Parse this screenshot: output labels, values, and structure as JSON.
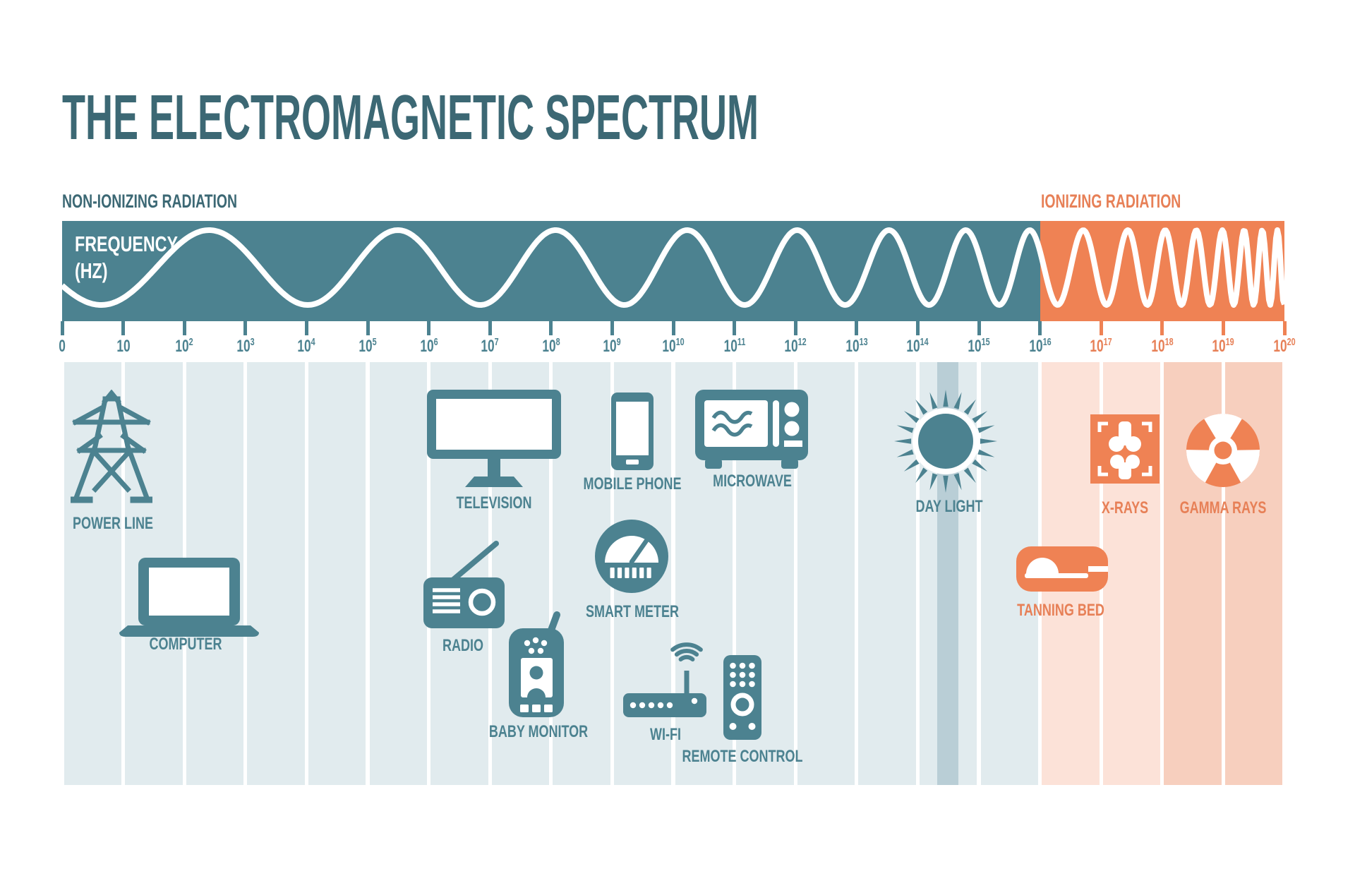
{
  "title": "THE ELECTROMAGNETIC SPECTRUM",
  "header": {
    "non_ionizing": "NON-IONIZING RADIATION",
    "ionizing": "IONIZING RADIATION"
  },
  "band": {
    "frequency_line1": "FREQUENCY",
    "frequency_line2": "(HZ)"
  },
  "axis": {
    "ticks": [
      {
        "base": "0",
        "exp": ""
      },
      {
        "base": "10",
        "exp": ""
      },
      {
        "base": "10",
        "exp": "2"
      },
      {
        "base": "10",
        "exp": "3"
      },
      {
        "base": "10",
        "exp": "4"
      },
      {
        "base": "10",
        "exp": "5"
      },
      {
        "base": "10",
        "exp": "6"
      },
      {
        "base": "10",
        "exp": "7"
      },
      {
        "base": "10",
        "exp": "8"
      },
      {
        "base": "10",
        "exp": "9"
      },
      {
        "base": "10",
        "exp": "10"
      },
      {
        "base": "10",
        "exp": "11"
      },
      {
        "base": "10",
        "exp": "12"
      },
      {
        "base": "10",
        "exp": "13"
      },
      {
        "base": "10",
        "exp": "14"
      },
      {
        "base": "10",
        "exp": "15"
      },
      {
        "base": "10",
        "exp": "16"
      },
      {
        "base": "10",
        "exp": "17"
      },
      {
        "base": "10",
        "exp": "18"
      },
      {
        "base": "10",
        "exp": "19"
      },
      {
        "base": "10",
        "exp": "20"
      }
    ]
  },
  "items": [
    {
      "id": "power-line",
      "label": "POWER LINE",
      "group": "non-ionizing"
    },
    {
      "id": "computer",
      "label": "COMPUTER",
      "group": "non-ionizing"
    },
    {
      "id": "television",
      "label": "TELEVISION",
      "group": "non-ionizing"
    },
    {
      "id": "radio",
      "label": "RADIO",
      "group": "non-ionizing"
    },
    {
      "id": "baby-monitor",
      "label": "BABY MONITOR",
      "group": "non-ionizing"
    },
    {
      "id": "mobile-phone",
      "label": "MOBILE PHONE",
      "group": "non-ionizing"
    },
    {
      "id": "smart-meter",
      "label": "SMART METER",
      "group": "non-ionizing"
    },
    {
      "id": "wi-fi",
      "label": "WI-FI",
      "group": "non-ionizing"
    },
    {
      "id": "microwave",
      "label": "MICROWAVE",
      "group": "non-ionizing"
    },
    {
      "id": "remote-control",
      "label": "REMOTE CONTROL",
      "group": "non-ionizing"
    },
    {
      "id": "day-light",
      "label": "DAY LIGHT",
      "group": "non-ionizing"
    },
    {
      "id": "tanning-bed",
      "label": "TANNING BED",
      "group": "ionizing"
    },
    {
      "id": "x-rays",
      "label": "X-RAYS",
      "group": "ionizing"
    },
    {
      "id": "gamma-rays",
      "label": "GAMMA RAYS",
      "group": "ionizing"
    }
  ],
  "colors": {
    "teal_band": "#4c8290",
    "orange_band": "#ef8254",
    "title_text": "#3c6874",
    "teal_text": "#4c8290",
    "orange_text": "#e78057",
    "column_teal": "#e1ebee",
    "column_pink_light": "#fce2d8",
    "column_pink_dark": "#f7cfbe",
    "visible_light_strip": "#b9ced6",
    "wave": "#ffffff"
  }
}
